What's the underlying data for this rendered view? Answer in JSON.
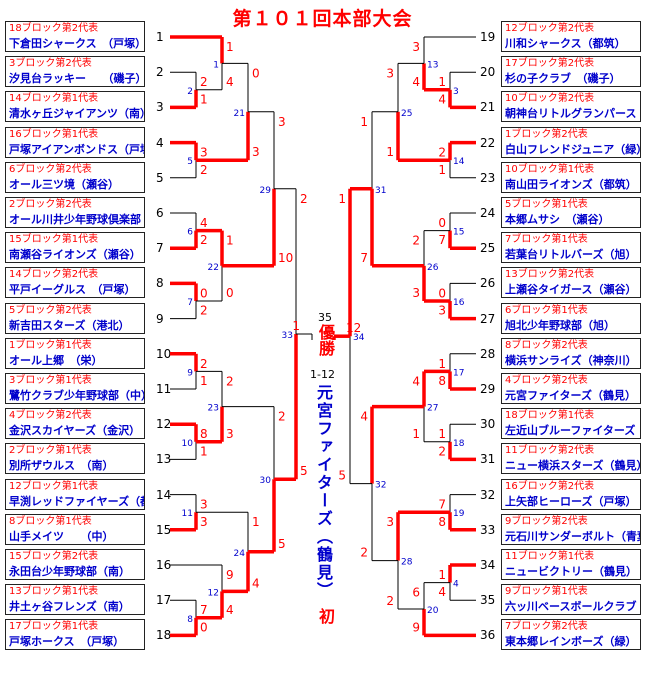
{
  "title": "第１０１回本部大会",
  "champion": {
    "label": "優勝",
    "score": "1-12",
    "name": "元宮ファイターズ（鶴見）",
    "note": "初",
    "game_no": "35"
  },
  "teams_left": [
    {
      "no": "1",
      "block": "18ブロック第2代表",
      "name": "下倉田シャークス　（戸塚）"
    },
    {
      "no": "2",
      "block": "3ブロック第2代表",
      "name": "汐見台ラッキー　　（磯子）"
    },
    {
      "no": "3",
      "block": "14ブロック第1代表",
      "name": "清水ヶ丘ジャイアンツ（南）"
    },
    {
      "no": "4",
      "block": "16ブロック第1代表",
      "name": "戸塚アイアンボンドス（戸塚）"
    },
    {
      "no": "5",
      "block": "6ブロック第2代表",
      "name": "オール三ツ境（瀬谷）"
    },
    {
      "no": "6",
      "block": "2ブロック第2代表",
      "name": "オール川井少年野球倶楽部（旭）"
    },
    {
      "no": "7",
      "block": "15ブロック第1代表",
      "name": "南瀬谷ライオンズ（瀬谷）"
    },
    {
      "no": "8",
      "block": "14ブロック第2代表",
      "name": "平戸イーグルス　（戸塚）"
    },
    {
      "no": "9",
      "block": "5ブロック第2代表",
      "name": "新吉田スターズ（港北）"
    },
    {
      "no": "10",
      "block": "1ブロック第1代表",
      "name": "オール上郷　（栄）"
    },
    {
      "no": "11",
      "block": "3ブロック第1代表",
      "name": "鷺竹クラブ少年野球部（中）"
    },
    {
      "no": "12",
      "block": "4ブロック第2代表",
      "name": "金沢スカイヤーズ（金沢）"
    },
    {
      "no": "13",
      "block": "2ブロック第1代表",
      "name": "別所ザウルス　（南）"
    },
    {
      "no": "14",
      "block": "12ブロック第1代表",
      "name": "早渕レッドファイヤーズ（都筑）"
    },
    {
      "no": "15",
      "block": "8ブロック第1代表",
      "name": "山手メイツ　　（中）"
    },
    {
      "no": "16",
      "block": "15ブロック第2代表",
      "name": "永田台少年野球部（南）"
    },
    {
      "no": "17",
      "block": "13ブロック第1代表",
      "name": "井土ヶ谷フレンズ（南）"
    },
    {
      "no": "18",
      "block": "17ブロック第1代表",
      "name": "戸塚ホークス　（戸塚）"
    }
  ],
  "teams_right": [
    {
      "no": "19",
      "block": "12ブロック第2代表",
      "name": "川和シャークス（都筑）"
    },
    {
      "no": "20",
      "block": "17ブロック第2代表",
      "name": "杉の子クラブ　（磯子）"
    },
    {
      "no": "21",
      "block": "10ブロック第2代表",
      "name": "朝神台リトルグランパース（保土谷）"
    },
    {
      "no": "22",
      "block": "1ブロック第2代表",
      "name": "白山フレンドジュニア（緑）"
    },
    {
      "no": "23",
      "block": "10ブロック第1代表",
      "name": "南山田ライオンズ（都筑）"
    },
    {
      "no": "24",
      "block": "5ブロック第1代表",
      "name": "本郷ムサシ　（瀬谷）"
    },
    {
      "no": "25",
      "block": "7ブロック第1代表",
      "name": "若葉台リトルバーズ（旭）"
    },
    {
      "no": "26",
      "block": "13ブロック第2代表",
      "name": "上瀬谷タイガース（瀬谷）"
    },
    {
      "no": "27",
      "block": "6ブロック第1代表",
      "name": "旭北少年野球部（旭）"
    },
    {
      "no": "28",
      "block": "8ブロック第2代表",
      "name": "横浜サンライズ（神奈川）"
    },
    {
      "no": "29",
      "block": "4ブロック第2代表",
      "name": "元宮ファイターズ（鶴見）"
    },
    {
      "no": "30",
      "block": "18ブロック第1代表",
      "name": "左近山ブルーファイターズ（旭）"
    },
    {
      "no": "31",
      "block": "11ブロック第2代表",
      "name": "ニュー横浜スターズ（鶴見）"
    },
    {
      "no": "32",
      "block": "16ブロック第2代表",
      "name": "上矢部ヒーローズ（戸塚）"
    },
    {
      "no": "33",
      "block": "9ブロック第2代表",
      "name": "元石川サンダーボルト（青葉）"
    },
    {
      "no": "34",
      "block": "11ブロック第1代表",
      "name": "ニュービクトリー（鶴見）"
    },
    {
      "no": "35",
      "block": "9ブロック第1代表",
      "name": "六ッ川ベースボールクラブ（南）"
    },
    {
      "no": "36",
      "block": "7ブロック第2代表",
      "name": "東本郷レインボーズ（緑）"
    }
  ],
  "colors": {
    "winner_line": "#ff0000",
    "loser_line": "#000000",
    "game_no": "#0000cc",
    "block_text": "#ff0000",
    "name_text": "#0000cc"
  },
  "matches": {
    "left": [
      {
        "no": "1",
        "score_top": "1",
        "score_bottom": "4"
      },
      {
        "no": "5",
        "score_top": "3",
        "score_bottom": "2"
      },
      {
        "no": "6",
        "score_top": "4",
        "score_bottom": "2"
      },
      {
        "no": "7",
        "score_top": "0",
        "score_bottom": "2"
      },
      {
        "no": "8",
        "score_top": "7",
        "score_bottom": "0"
      },
      {
        "no": "21",
        "score_top": "0",
        "score_bottom": "3"
      },
      {
        "no": "22",
        "score_top": "1",
        "score_bottom": "0"
      },
      {
        "no": "29",
        "score_top": "3",
        "score_bottom": "10"
      },
      {
        "no": "9",
        "score_top": "2",
        "score_bottom": "1"
      },
      {
        "no": "10",
        "score_top": "8",
        "score_bottom": "1"
      },
      {
        "no": "11",
        "score_top": "3",
        "score_bottom": "3"
      },
      {
        "no": "2",
        "score_top": "2",
        "score_bottom": "1"
      },
      {
        "no": "12",
        "score_top": "9",
        "score_bottom": "4"
      },
      {
        "no": "23",
        "score_top": "2",
        "score_bottom": "3"
      },
      {
        "no": "24",
        "score_top": "1",
        "score_bottom": "4"
      },
      {
        "no": "30",
        "score_top": "2",
        "score_bottom": "5"
      },
      {
        "no": "33",
        "score_top": "2",
        "score_bottom": "5"
      }
    ],
    "right": [
      {
        "no": "3",
        "score_top": "1",
        "score_bottom": "4"
      },
      {
        "no": "13",
        "score_top": "3",
        "score_bottom": "4"
      },
      {
        "no": "14",
        "score_top": "2",
        "score_bottom": "1"
      },
      {
        "no": "15",
        "score_top": "0",
        "score_bottom": "7"
      },
      {
        "no": "16",
        "score_top": "0",
        "score_bottom": "3"
      },
      {
        "no": "25",
        "score_top": "3",
        "score_bottom": "1"
      },
      {
        "no": "26",
        "score_top": "2",
        "score_bottom": "3"
      },
      {
        "no": "31",
        "score_top": "1",
        "score_bottom": "7"
      },
      {
        "no": "17",
        "score_top": "1",
        "score_bottom": "8"
      },
      {
        "no": "18",
        "score_top": "1",
        "score_bottom": "2"
      },
      {
        "no": "19",
        "score_top": "7",
        "score_bottom": "8"
      },
      {
        "no": "4",
        "score_top": "1",
        "score_bottom": "4"
      },
      {
        "no": "20",
        "score_top": "6",
        "score_bottom": "9"
      },
      {
        "no": "27",
        "score_top": "4",
        "score_bottom": "1"
      },
      {
        "no": "28",
        "score_top": "3",
        "score_bottom": "2"
      },
      {
        "no": "32",
        "score_top": "4",
        "score_bottom": "2"
      },
      {
        "no": "34",
        "score_top": "1",
        "score_bottom": "5"
      }
    ],
    "final": {
      "score_left": "1",
      "score_right": "12"
    }
  }
}
